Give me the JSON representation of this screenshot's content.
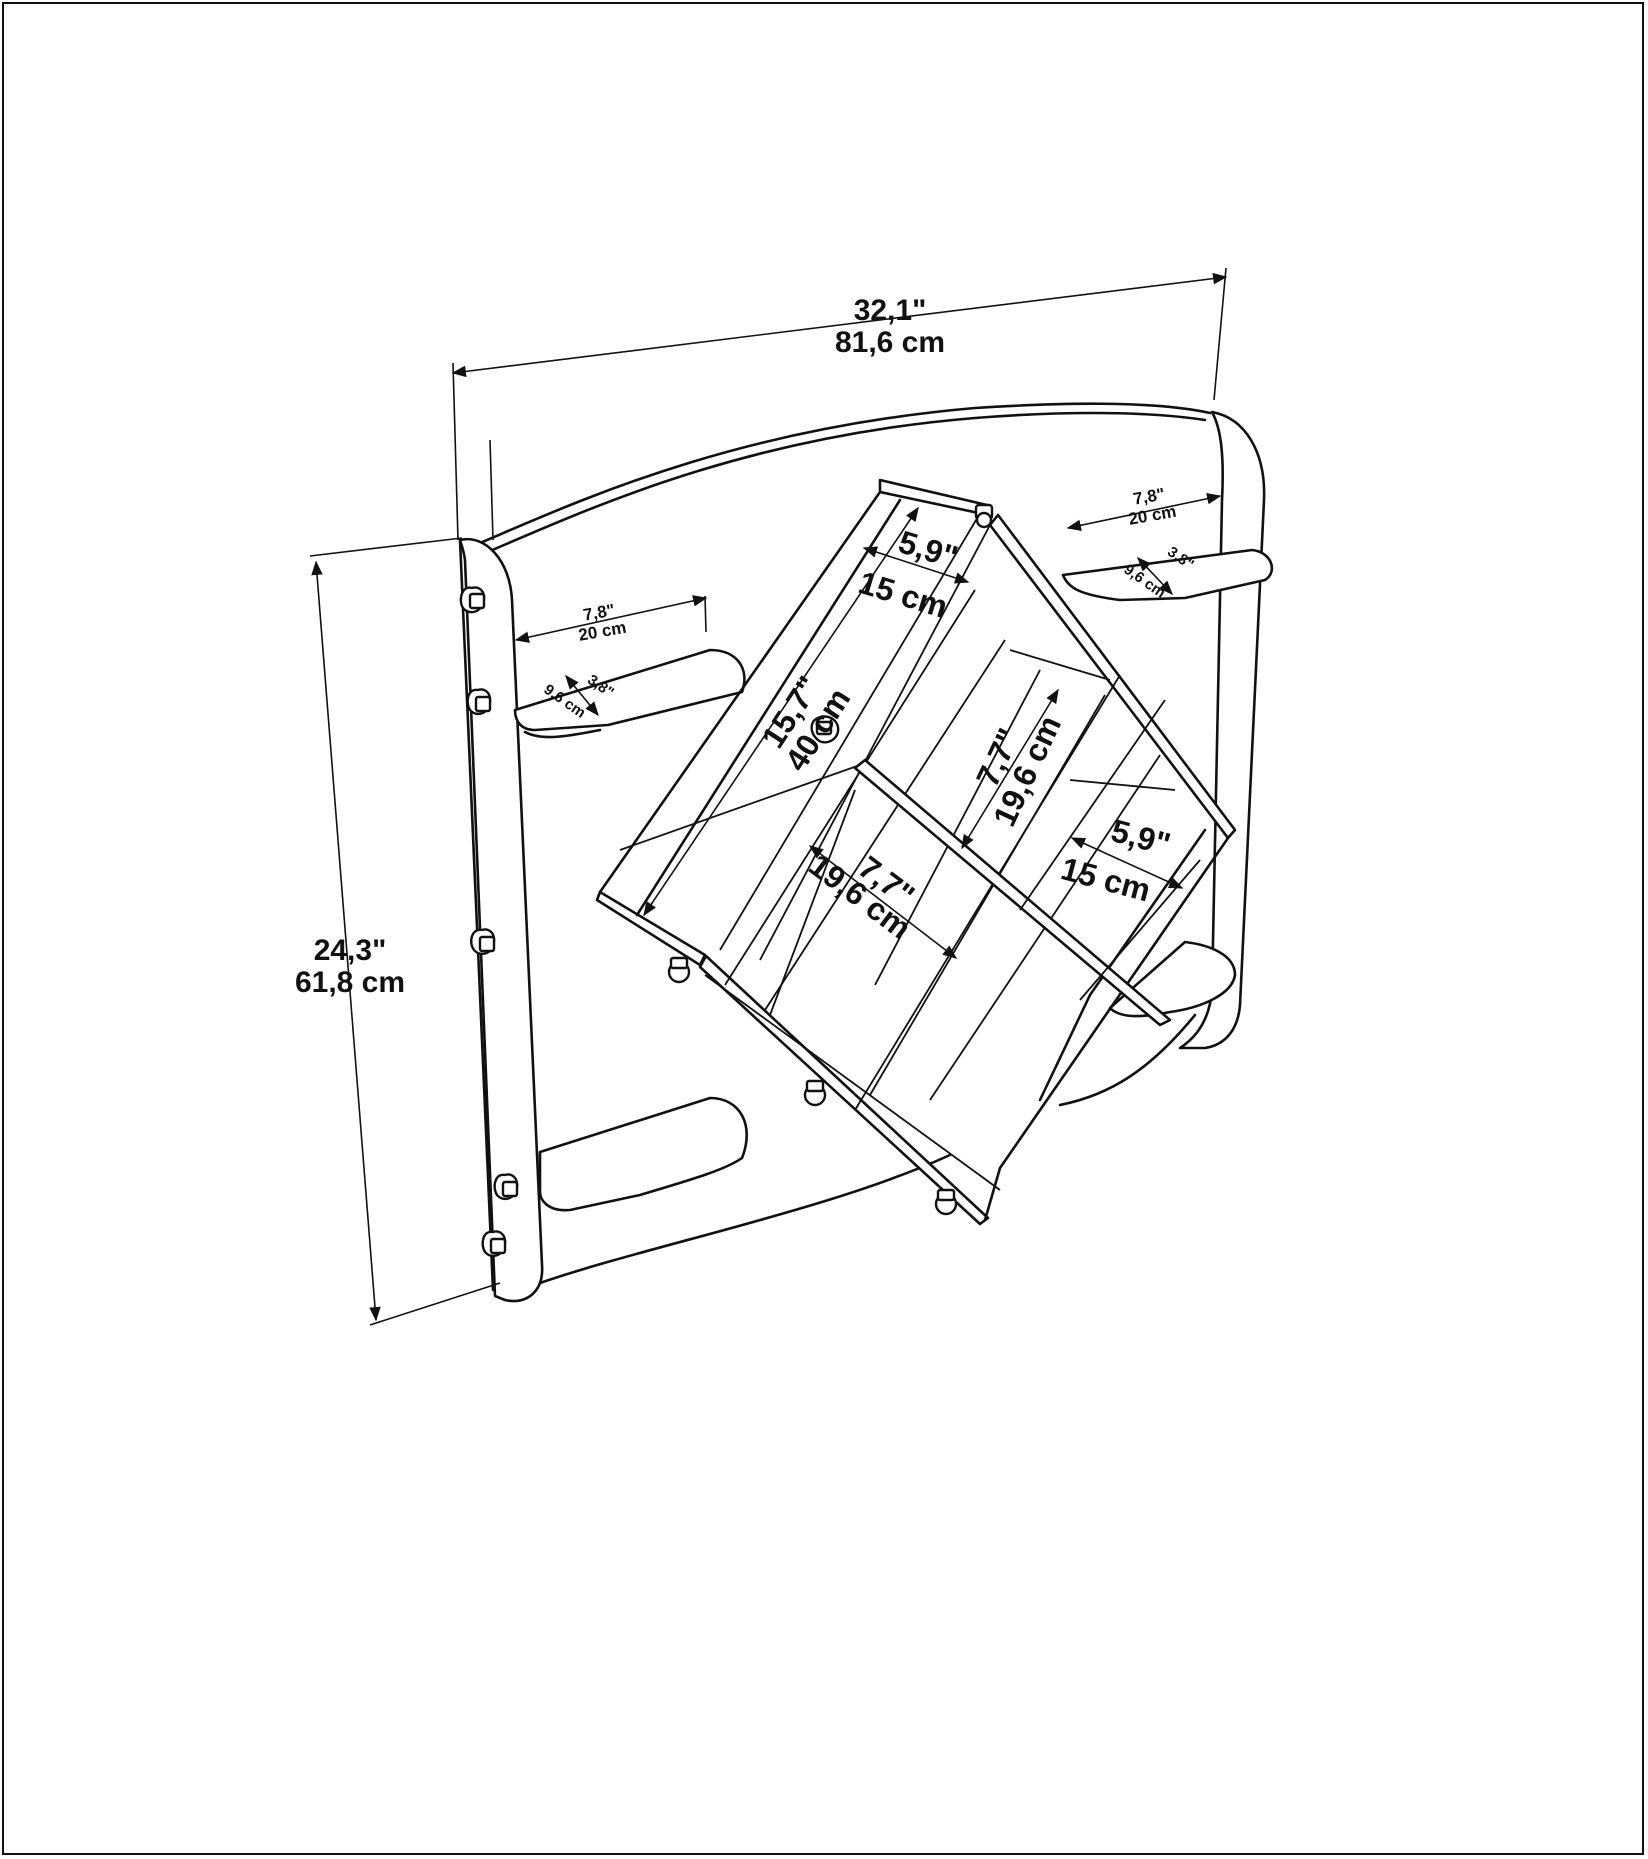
{
  "dimensions": {
    "total_width": {
      "inch": "32,1\"",
      "cm": "81,6 cm"
    },
    "total_height": {
      "inch": "24,3\"",
      "cm": "61,8 cm"
    },
    "top_left_shelf_width": {
      "inch": "7,8\"",
      "cm": "20 cm"
    },
    "top_left_shelf_depth": {
      "inch": "3,8\"",
      "cm": "9,6 cm"
    },
    "top_right_shelf_width": {
      "inch": "7,8\"",
      "cm": "20 cm"
    },
    "top_right_shelf_depth": {
      "inch": "3,8\"",
      "cm": "9,6 cm"
    },
    "cube_side": {
      "inch": "15,7\"",
      "cm": "40 cm"
    },
    "cube_depth_top": {
      "inch": "5,9\"",
      "cm": "15 cm"
    },
    "cube_depth_right": {
      "inch": "5,9\"",
      "cm": "15 cm"
    },
    "compartment_vertical": {
      "inch": "7,7\"",
      "cm": "19,6 cm"
    },
    "compartment_horizontal": {
      "inch": "7,7\"",
      "cm": "19,6 cm"
    }
  }
}
